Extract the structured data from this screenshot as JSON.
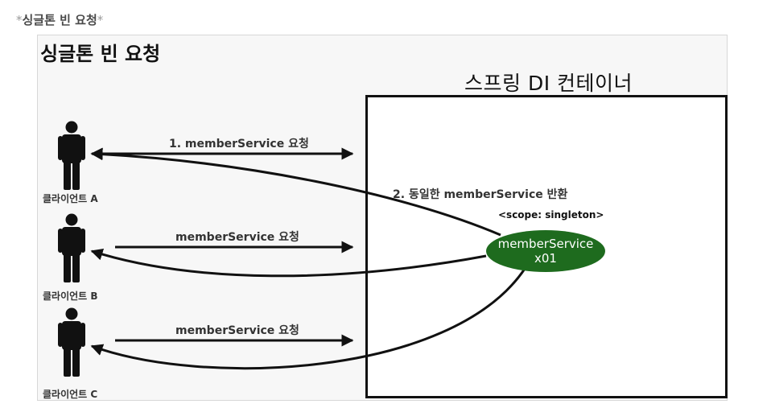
{
  "caption": {
    "text": "싱글톤 빈 요청",
    "decor": "*"
  },
  "slide": {
    "title": "싱글톤 빈 요청",
    "container_title": "스프링 DI 컨테이너"
  },
  "clients": [
    {
      "label": "클라이언트 A",
      "request_label": "1. memberService 요청"
    },
    {
      "label": "클라이언트 B",
      "request_label": "memberService 요청"
    },
    {
      "label": "클라이언트 C",
      "request_label": "memberService 요청"
    }
  ],
  "return_label": "2. 동일한 memberService 반환",
  "bean": {
    "scope": "<scope: singleton>",
    "name": "memberService",
    "instance": "x01",
    "color": "#1e6b1e"
  }
}
